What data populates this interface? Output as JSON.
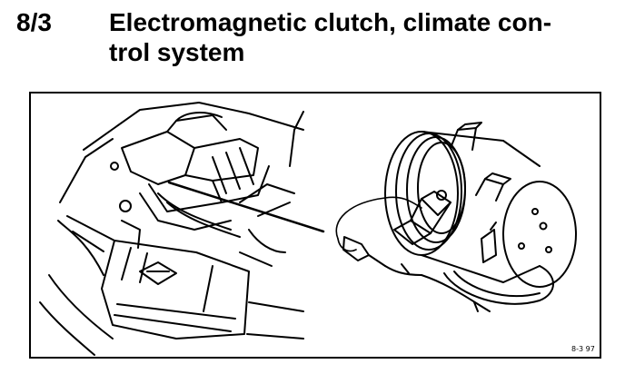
{
  "header": {
    "section_number": "8/3",
    "section_title_line1": "Electromagnetic clutch, climate con-",
    "section_title_line2": "trol system"
  },
  "figure": {
    "reference": "8-3 97"
  }
}
